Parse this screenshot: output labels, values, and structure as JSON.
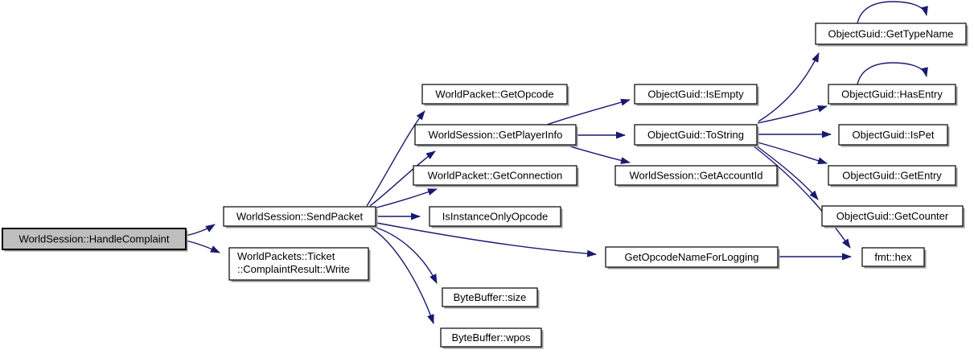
{
  "diagram": {
    "type": "call-graph",
    "colors": {
      "edge": "#191970",
      "node_border": "#000000",
      "node_fill": "#ffffff",
      "focus_fill": "#bfbfbf",
      "text": "#000000",
      "shadow": "#9a9a9a"
    },
    "nodes": {
      "handle_complaint": {
        "label": "WorldSession::HandleComplaint",
        "highlighted": true
      },
      "send_packet": {
        "label": "WorldSession::SendPacket"
      },
      "complaint_write": {
        "lines": [
          "WorldPackets::Ticket",
          "::ComplaintResult::Write"
        ]
      },
      "get_opcode": {
        "label": "WorldPacket::GetOpcode"
      },
      "get_player_info": {
        "label": "WorldSession::GetPlayerInfo"
      },
      "get_connection": {
        "label": "WorldPacket::GetConnection"
      },
      "is_instance_only_opcode": {
        "label": "IsInstanceOnlyOpcode"
      },
      "byte_buffer_size": {
        "label": "ByteBuffer::size"
      },
      "byte_buffer_wpos": {
        "label": "ByteBuffer::wpos"
      },
      "get_opcode_name_for_logging": {
        "label": "GetOpcodeNameForLogging"
      },
      "is_empty": {
        "label": "ObjectGuid::IsEmpty"
      },
      "to_string": {
        "label": "ObjectGuid::ToString"
      },
      "get_account_id": {
        "label": "WorldSession::GetAccountId"
      },
      "get_type_name": {
        "label": "ObjectGuid::GetTypeName"
      },
      "has_entry": {
        "label": "ObjectGuid::HasEntry"
      },
      "is_pet": {
        "label": "ObjectGuid::IsPet"
      },
      "get_entry": {
        "label": "ObjectGuid::GetEntry"
      },
      "get_counter": {
        "label": "ObjectGuid::GetCounter"
      },
      "fmt_hex": {
        "label": "fmt::hex"
      }
    },
    "edges": [
      {
        "from": "handle_complaint",
        "to": "send_packet"
      },
      {
        "from": "handle_complaint",
        "to": "complaint_write"
      },
      {
        "from": "send_packet",
        "to": "get_opcode"
      },
      {
        "from": "send_packet",
        "to": "get_player_info"
      },
      {
        "from": "send_packet",
        "to": "get_connection"
      },
      {
        "from": "send_packet",
        "to": "is_instance_only_opcode"
      },
      {
        "from": "send_packet",
        "to": "get_opcode_name_for_logging"
      },
      {
        "from": "send_packet",
        "to": "byte_buffer_size"
      },
      {
        "from": "send_packet",
        "to": "byte_buffer_wpos"
      },
      {
        "from": "get_player_info",
        "to": "is_empty"
      },
      {
        "from": "get_player_info",
        "to": "to_string"
      },
      {
        "from": "get_player_info",
        "to": "get_account_id"
      },
      {
        "from": "to_string",
        "to": "get_type_name"
      },
      {
        "from": "to_string",
        "to": "has_entry"
      },
      {
        "from": "to_string",
        "to": "is_pet"
      },
      {
        "from": "to_string",
        "to": "get_entry"
      },
      {
        "from": "to_string",
        "to": "get_counter"
      },
      {
        "from": "to_string",
        "to": "fmt_hex"
      },
      {
        "from": "get_opcode_name_for_logging",
        "to": "fmt_hex"
      },
      {
        "from": "get_type_name",
        "to": "get_type_name",
        "self": true
      },
      {
        "from": "has_entry",
        "to": "has_entry",
        "self": true
      }
    ]
  }
}
